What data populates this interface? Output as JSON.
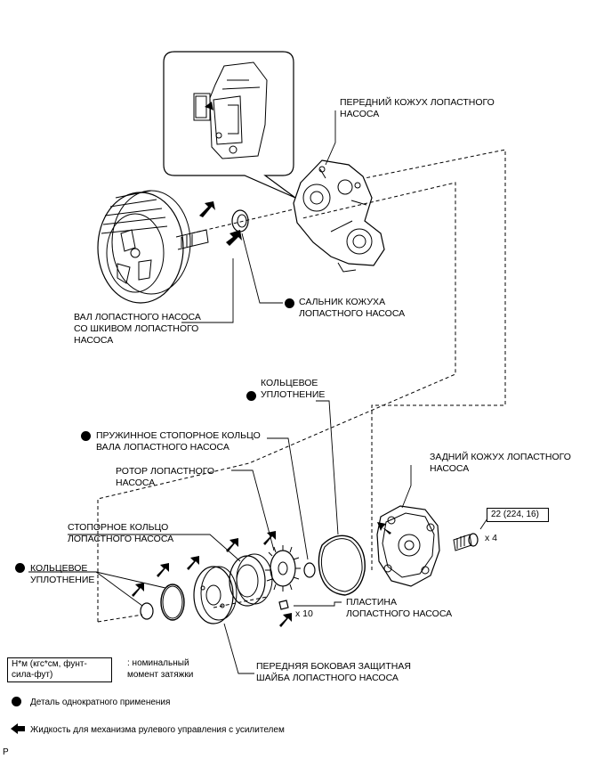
{
  "labels": {
    "front_housing": "ПЕРЕДНИЙ КОЖУХ ЛОПАСТНОГО\nНАСОСА",
    "shaft_pulley": "ВАЛ ЛОПАСТНОГО НАСОСА\nСО ШКИВОМ ЛОПАСТНОГО\nНАСОСА",
    "oil_seal": "САЛЬНИК КОЖУХА\nЛОПАСТНОГО НАСОСА",
    "o_ring_top": "КОЛЬЦЕВОЕ\nУПЛОТНЕНИЕ",
    "spring_snap_ring": "ПРУЖИННОЕ СТОПОРНОЕ КОЛЬЦО\nВАЛА ЛОПАСТНОГО НАСОСА",
    "rotor": "РОТОР ЛОПАСТНОГО\nНАСОСА",
    "rear_housing": "ЗАДНИЙ КОЖУХ ЛОПАСТНОГО\nНАСОСА",
    "torque_value": "22 (224, 16)",
    "bolt_count": "x 4",
    "cam_ring": "СТОПОРНОЕ КОЛЬЦО\nЛОПАСТНОГО НАСОСА",
    "o_ring_left": "КОЛЬЦЕВОЕ\nУПЛОТНЕНИЕ",
    "vane_plate": "ПЛАСТИНА\nЛОПАСТНОГО НАСОСА",
    "vane_count": "x 10",
    "front_side_plate": "ПЕРЕДНЯЯ БОКОВАЯ ЗАЩИТНАЯ\nШАЙБА ЛОПАСТНОГО НАСОСА"
  },
  "legend": {
    "torque_unit_box": "Н*м (кгс*см, фунт-\nсила-фут)",
    "torque_unit_desc": ": номинальный\nмомент затяжки",
    "non_reusable": "Деталь однократного применения",
    "fluid": "Жидкость для механизма рулевого управления с усилителем"
  },
  "footer_code": "P"
}
